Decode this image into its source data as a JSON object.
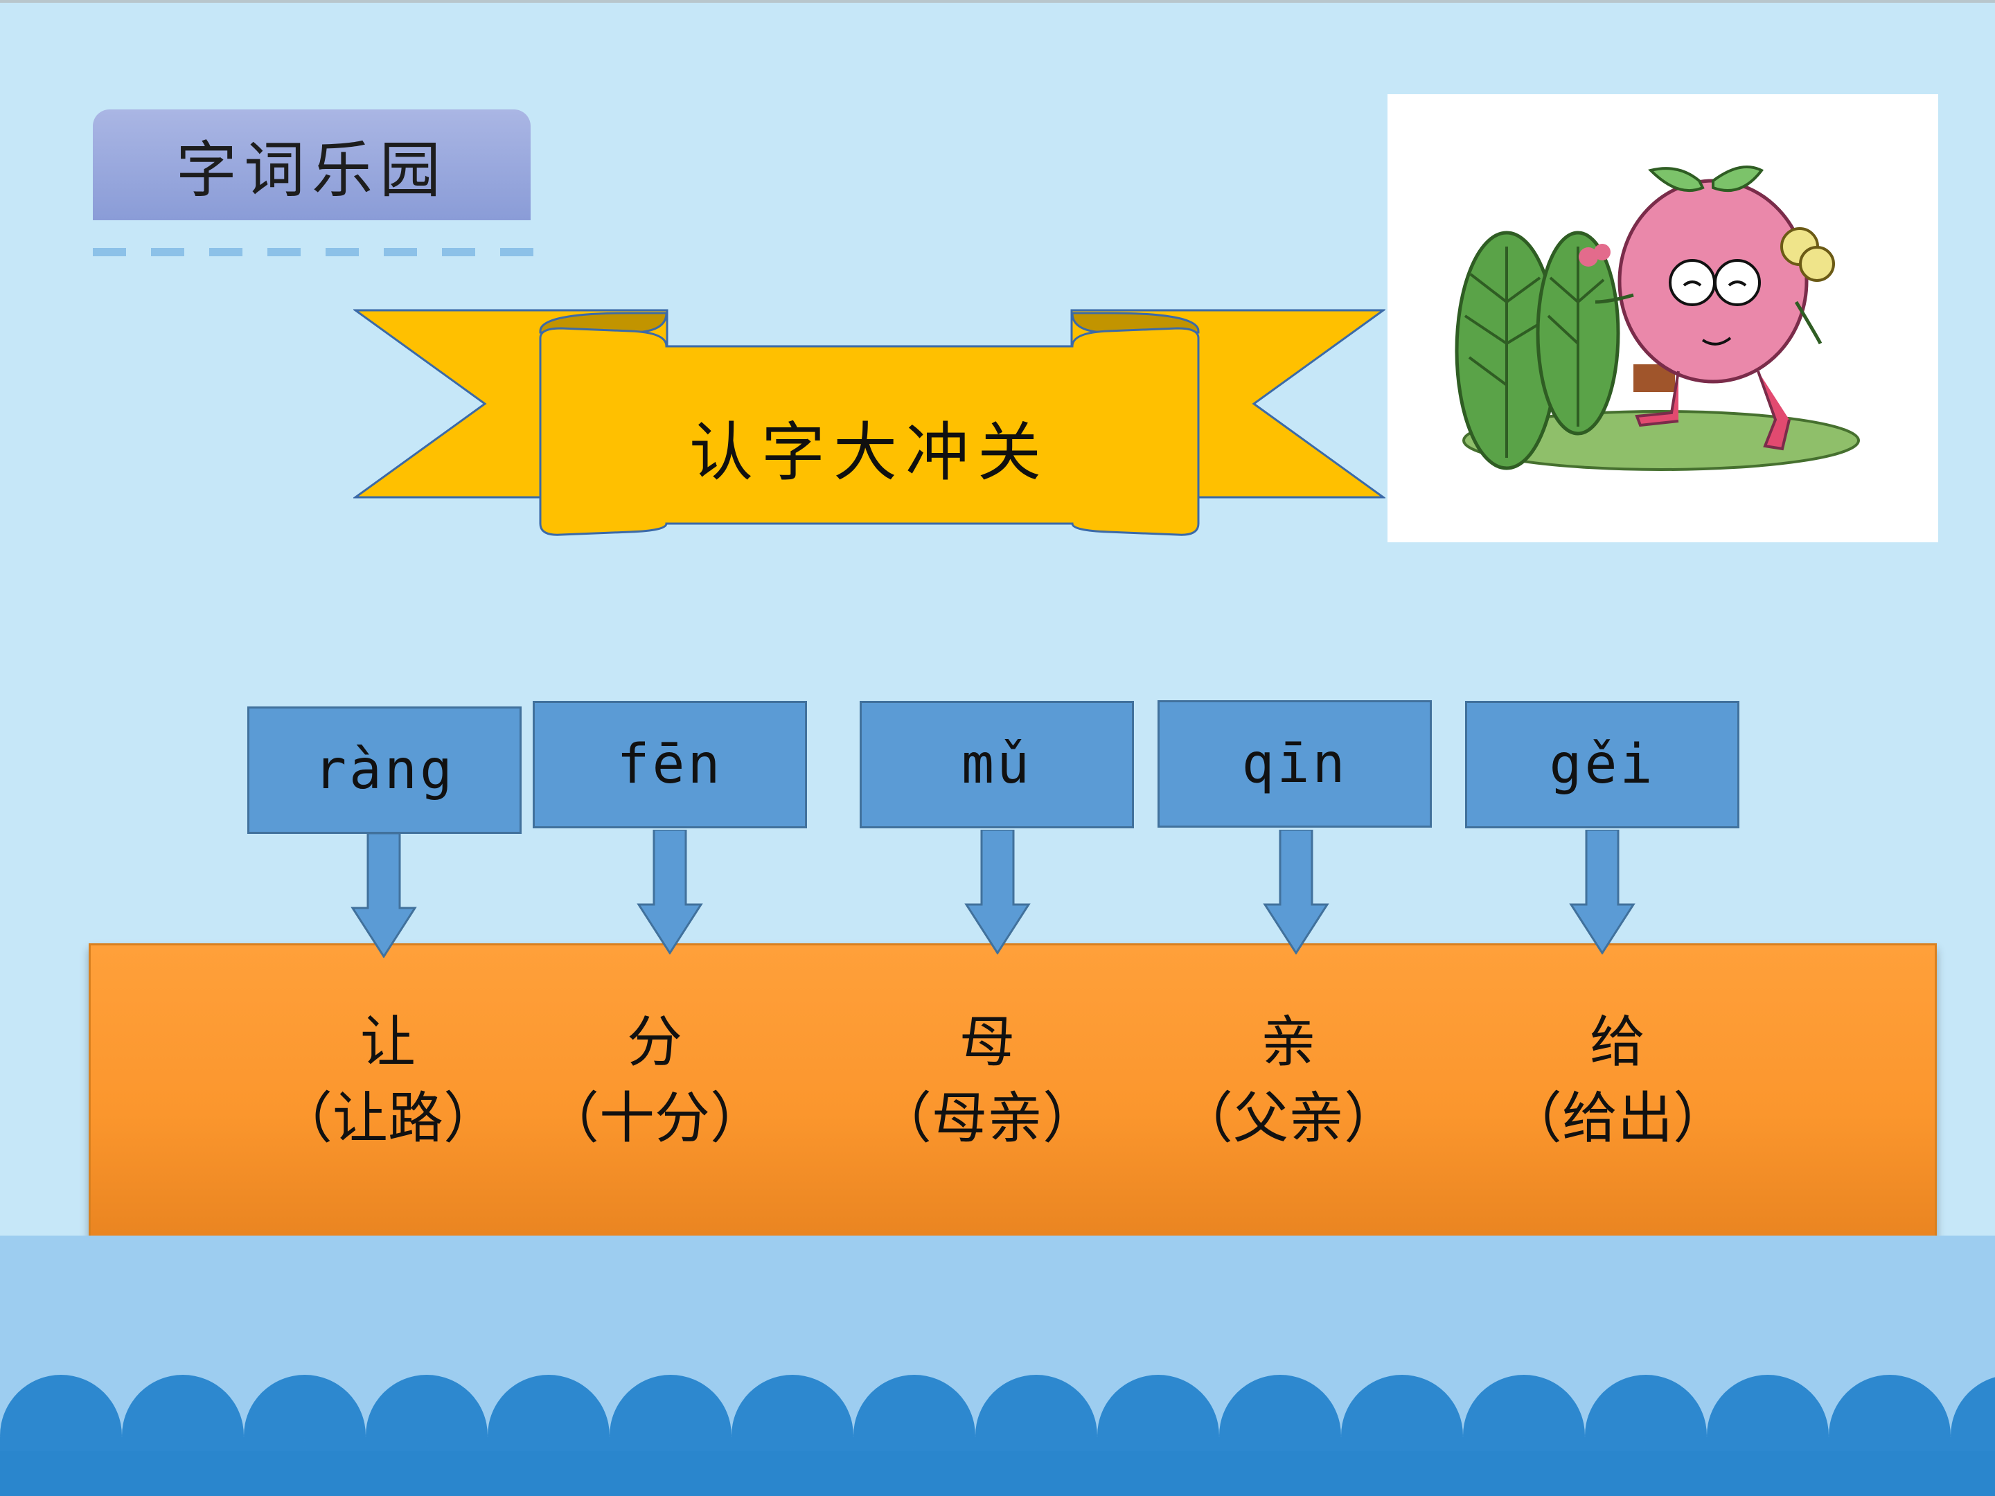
{
  "section": {
    "label": "字词乐园"
  },
  "banner": {
    "title": "认字大冲关"
  },
  "picture": {
    "subject": "pink apple character holding flowers beside green leaves"
  },
  "items": [
    {
      "pinyin": "ràng",
      "char": "让",
      "word": "（让路）"
    },
    {
      "pinyin": "fēn",
      "char": "分",
      "word": "（十分）"
    },
    {
      "pinyin": "mǔ",
      "char": "母",
      "word": "（母亲）"
    },
    {
      "pinyin": "qīn",
      "char": "亲",
      "word": "（父亲）"
    },
    {
      "pinyin": "gěi",
      "char": "给",
      "word": "（给出）"
    }
  ],
  "colors": {
    "background": "#c6e7f8",
    "pinyin_box": "#5b9bd5",
    "panel": "#fb962d",
    "banner": "#ffc000",
    "waves": "#2d88cf"
  }
}
